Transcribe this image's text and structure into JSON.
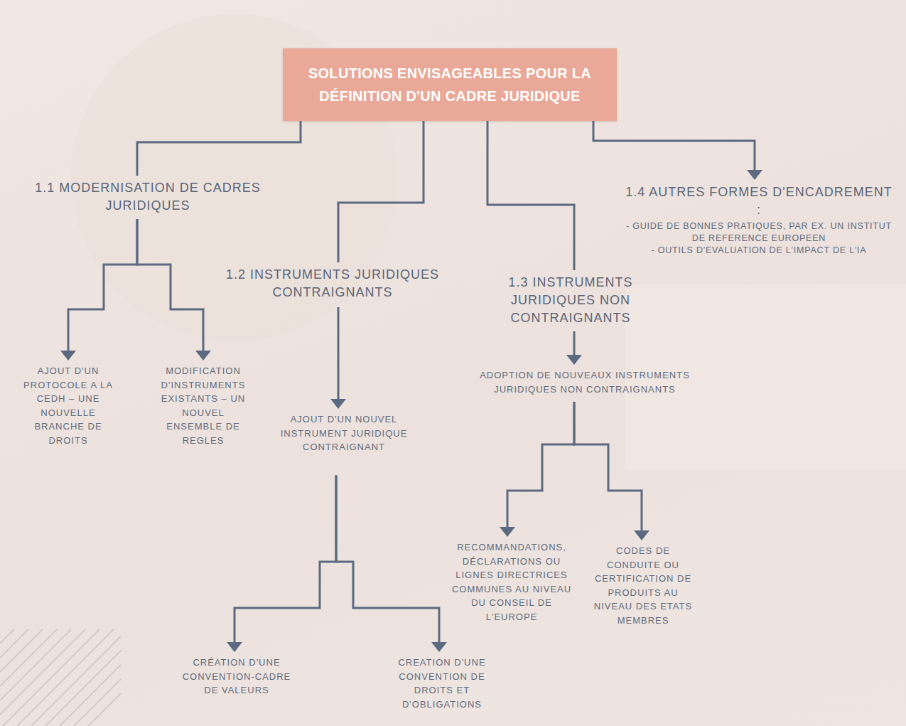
{
  "diagram": {
    "nodes": [
      {
        "text": [
          "SOLUTIONS ENVISAGEABLES POUR LA DÉFINITION D'UN CADRE JURIDIQUE"
        ]
      },
      {
        "text": [
          "1.1 MODERNISATION DE CADRES JURIDIQUES"
        ]
      },
      {
        "text": [
          "AJOUT D'UN PROTOCOLE A LA CEDH – UNE NOUVELLE BRANCHE DE DROITS"
        ]
      },
      {
        "text": [
          "MODIFICATION D'INSTRUMENTS EXISTANTS – UN NOUVEL ENSEMBLE DE REGLES"
        ]
      },
      {
        "text": [
          "1.2 INSTRUMENTS JURIDIQUES CONTRAIGNANTS"
        ]
      },
      {
        "text": [
          "AJOUT D'UN NOUVEL INSTRUMENT JURIDIQUE CONTRAIGNANT"
        ]
      },
      {
        "text": [
          "CRÉATION D'UNE CONVENTION-CADRE DE VALEURS"
        ]
      },
      {
        "text": [
          "CREATION D'UNE CONVENTION DE DROITS ET D'OBLIGATIONS"
        ]
      },
      {
        "text": [
          "1.3 INSTRUMENTS JURIDIQUES NON CONTRAIGNANTS"
        ]
      },
      {
        "text": [
          "ADOPTION DE NOUVEAUX INSTRUMENTS JURIDIQUES NON CONTRAIGNANTS"
        ]
      },
      {
        "text": [
          "RECOMMANDATIONS, DÉCLARATIONS OU LIGNES DIRECTRICES COMMUNES AU NIVEAU DU CONSEIL DE L'EUROPE"
        ]
      },
      {
        "text": [
          "CODES DE CONDUITE OU CERTIFICATION DE PRODUITS AU NIVEAU DES ETATS MEMBRES"
        ]
      },
      {
        "text": [
          "1.4 AUTRES FORMES D'ENCADREMENT :",
          "- GUIDE DE BONNES PRATIQUES, PAR EX. UN INSTITUT DE REFERENCE EUROPEEN",
          "- OUTILS D'EVALUATION DE L'IMPACT DE L'IA"
        ]
      }
    ],
    "edges": [
      {
        "from": 0,
        "to": 1,
        "arrow": "none"
      },
      {
        "from": 0,
        "to": 4,
        "arrow": "none"
      },
      {
        "from": 0,
        "to": 8,
        "arrow": "none"
      },
      {
        "from": 0,
        "to": 12,
        "arrow": "to"
      },
      {
        "from": 1,
        "to": 2,
        "arrow": "to"
      },
      {
        "from": 1,
        "to": 3,
        "arrow": "to"
      },
      {
        "from": 4,
        "to": 5,
        "arrow": "to"
      },
      {
        "from": 5,
        "to": 6,
        "arrow": "to"
      },
      {
        "from": 5,
        "to": 7,
        "arrow": "to"
      },
      {
        "from": 8,
        "to": 9,
        "arrow": "to"
      },
      {
        "from": 9,
        "to": 10,
        "arrow": "to"
      },
      {
        "from": 9,
        "to": 11,
        "arrow": "to"
      }
    ]
  }
}
